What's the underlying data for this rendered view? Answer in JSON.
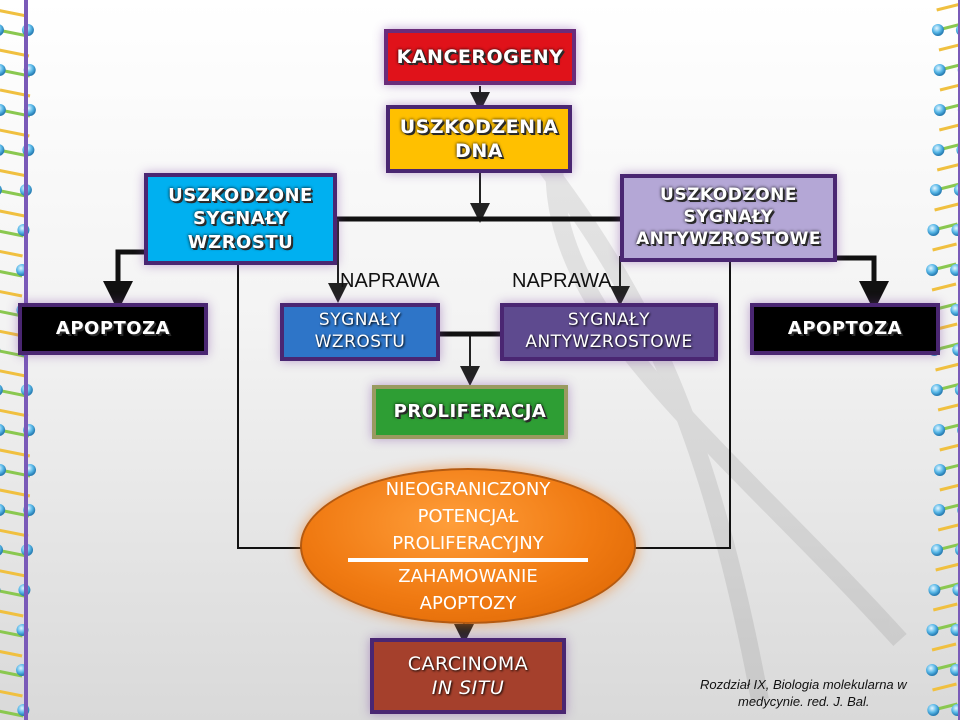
{
  "diagram": {
    "carcinogens": "KANCEROGENY",
    "dna_damage": [
      "USZKODZENIA",
      "DNA"
    ],
    "damaged_growth_signals": [
      "USZKODZONE",
      "SYGNAŁY",
      "WZROSTU"
    ],
    "damaged_antigrowth_signals": [
      "USZKODZONE",
      "SYGNAŁY",
      "ANTYWZROSTOWE"
    ],
    "repair_left": "NAPRAWA",
    "repair_right": "NAPRAWA",
    "apoptosis_left": "APOPTOZA",
    "apoptosis_right": "APOPTOZA",
    "growth_signals": [
      "SYGNAŁY",
      "WZROSTU"
    ],
    "antigrowth_signals": [
      "SYGNAŁY",
      "ANTYWZROSTOWE"
    ],
    "proliferation": "PROLIFERACJA",
    "oval": {
      "top_lines": [
        "NIEOGRANICZONY",
        "POTENCJAŁ",
        "PROLIFERACYJNY"
      ],
      "bottom_lines": [
        "ZAHAMOWANIE",
        "APOPTOZY"
      ]
    },
    "carcinoma": [
      "CARCINOMA",
      "IN SITU"
    ]
  },
  "citation": {
    "line1": "Rozdział IX, Biologia molekularna w",
    "line2": "medycynie. red. J. Bal."
  },
  "colors": {
    "carcinogens": "#e0121a",
    "dna_damage": "#ffc000",
    "damaged_growth": "#00b0f0",
    "damaged_antigrowth": "#b4a7d6",
    "apoptosis": "#000000",
    "growth_signals": "#2e75c8",
    "antigrowth_signals": "#5e4a8f",
    "proliferation": "#2e9e34",
    "oval": "#f07a12",
    "carcinoma": "#a5402c"
  }
}
